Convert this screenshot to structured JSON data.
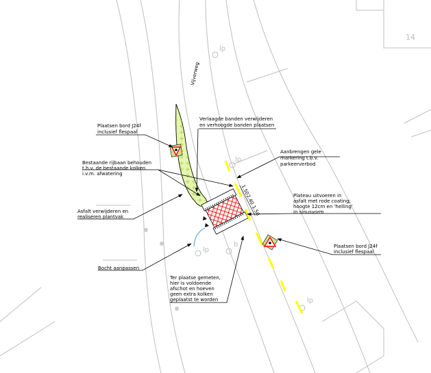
{
  "street_name": "Vijverweg",
  "house_number": "14",
  "lamp_post_label": "lp",
  "tree_label": "b",
  "dimensions": [
    "1.50",
    "2.40",
    "1.50"
  ],
  "annotations": {
    "sign_top": [
      "Plaatsen bord J24f",
      "inclusief flespaal"
    ],
    "curbs": [
      "Verlaagde banden verwijderen",
      "en verhoogde banden plaatsen"
    ],
    "yellow_marking": [
      "Aanbrengen gele",
      "markering t.b.v.",
      "parkeerverbod"
    ],
    "existing_road": [
      "Bestaande rijbaan behouden",
      "t.h.v. de bestaande kolken",
      "i.v.m. afwatering"
    ],
    "planter": [
      "Asfalt verwijderen en",
      "realiseren plantvak"
    ],
    "plateau": [
      "Plateau uitvoeren in",
      "asfalt met rode coating;",
      "hoogte 12cm en 'helling'",
      "in sinusvorm"
    ],
    "sign_bottom": [
      "Plaatsen bord J24f",
      "inclusief flespaal"
    ],
    "curve": [
      "Bocht aanpassen"
    ],
    "measured": [
      "Ter plaatse gemeten,",
      "hier is voldoende",
      "afschot en hoeven",
      "geen extra kolken",
      "geplaatst te worden"
    ]
  },
  "colors": {
    "marking": "#ffff00",
    "plateau": "#ff0000",
    "planter": "#99cc33",
    "curve": "#66aacc"
  }
}
